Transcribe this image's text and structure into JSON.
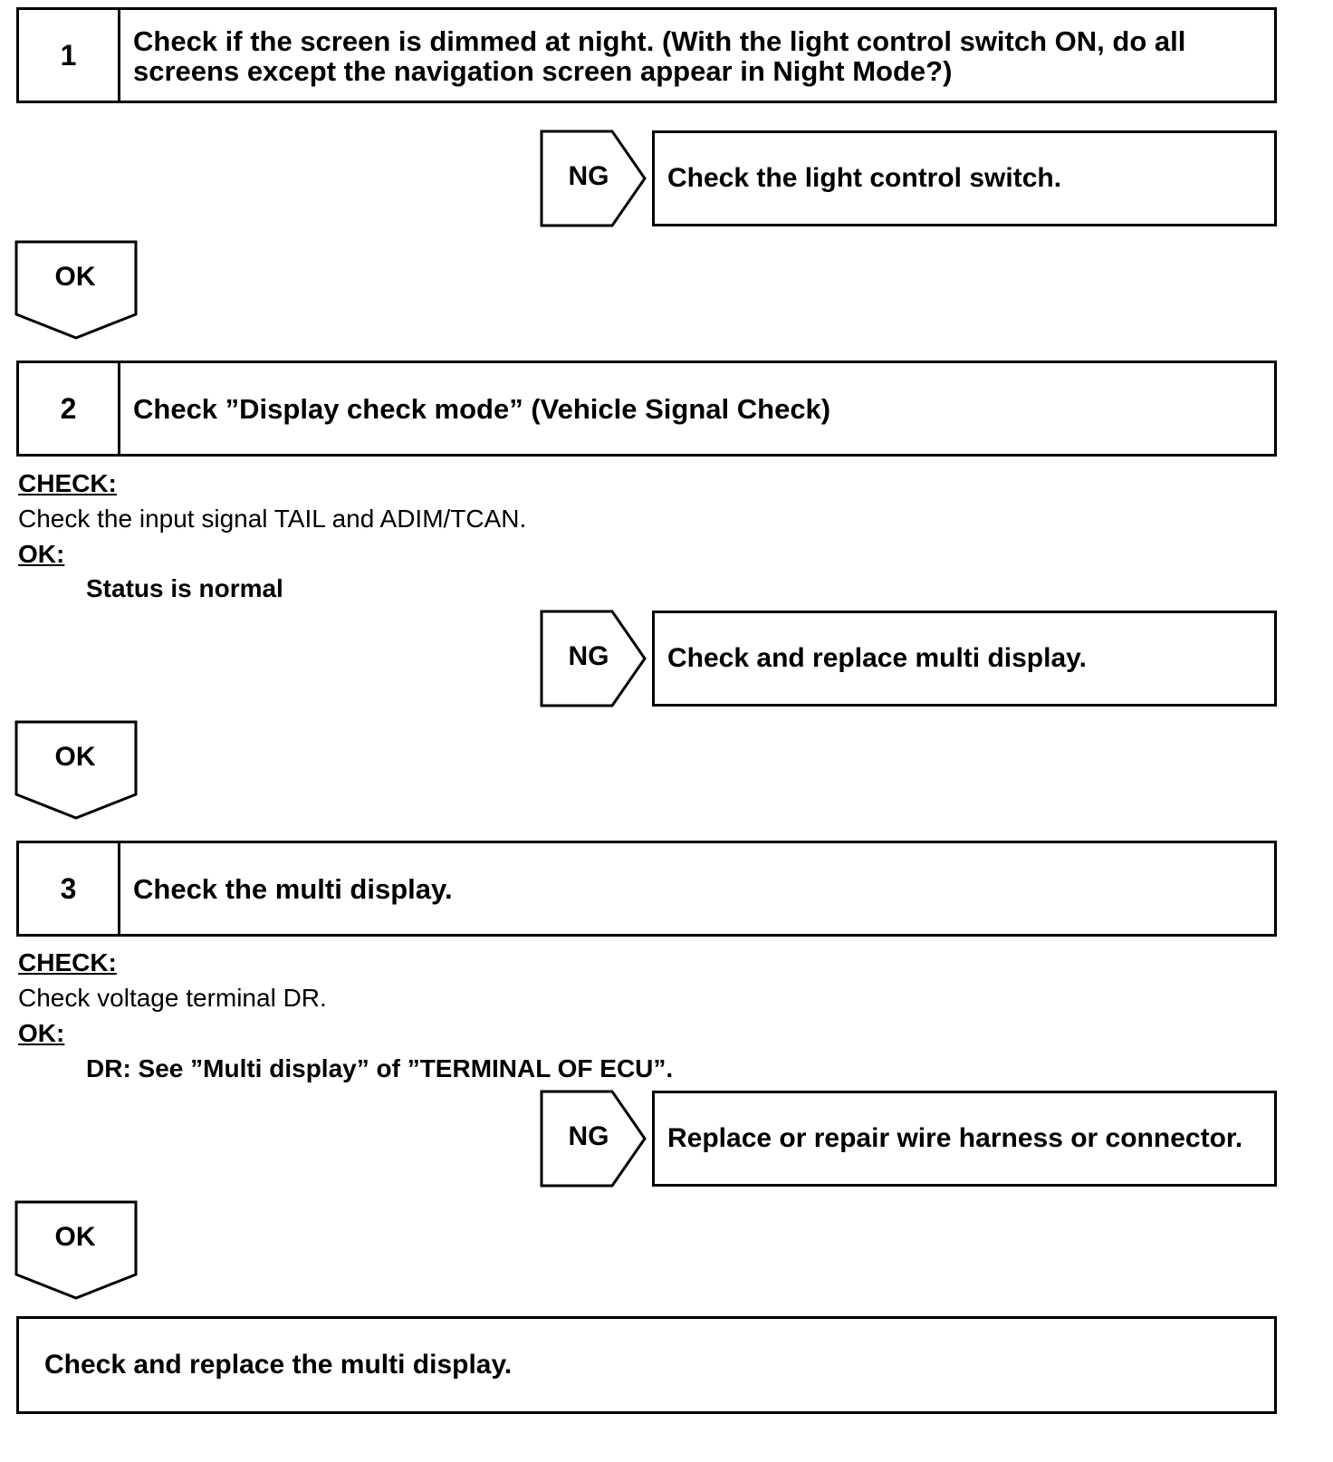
{
  "steps": [
    {
      "number": "1",
      "title_line1": "Check if the screen is dimmed at night. (With the light control switch ON, do all",
      "title_line2": "screens except the navigation screen appear in Night Mode?)",
      "ng_label": "NG",
      "ng_action": "Check the light control switch.",
      "ok_label": "OK"
    },
    {
      "number": "2",
      "title": "Check ”Display check mode” (Vehicle Signal Check)",
      "check_header": "CHECK:",
      "check_text": "Check the input signal TAIL and ADIM/TCAN.",
      "ok_header": "OK:",
      "ok_text": "Status is normal",
      "ng_label": "NG",
      "ng_action": "Check and replace multi display.",
      "ok_label": "OK"
    },
    {
      "number": "3",
      "title": "Check the multi display.",
      "check_header": "CHECK:",
      "check_text": "Check voltage terminal DR.",
      "ok_header": "OK:",
      "ok_text": "DR: See ”Multi display” of ”TERMINAL OF ECU”.",
      "ng_label": "NG",
      "ng_action": "Replace or repair wire harness or connector.",
      "ok_label": "OK"
    }
  ],
  "final_action": "Check and replace the multi display."
}
